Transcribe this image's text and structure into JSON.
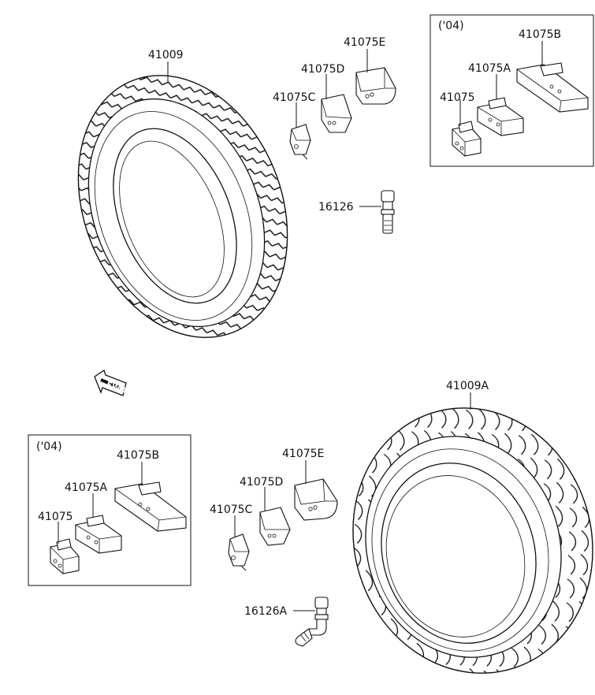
{
  "labels": {
    "front_tire": "41009",
    "rear_tire": "41009A",
    "front_valve": "16126",
    "rear_valve": "16126A",
    "top_weight_e": "41075E",
    "top_weight_d": "41075D",
    "top_weight_c": "41075C",
    "top_box_year": "('04)",
    "top_box_b": "41075B",
    "top_box_a": "41075A",
    "top_box_base": "41075",
    "bottom_weight_e": "41075E",
    "bottom_weight_d": "41075D",
    "bottom_weight_c": "41075C",
    "bottom_box_year": "('04)",
    "bottom_box_b": "41075B",
    "bottom_box_a": "41075A",
    "bottom_box_base": "41075",
    "fwd": "FWD"
  }
}
